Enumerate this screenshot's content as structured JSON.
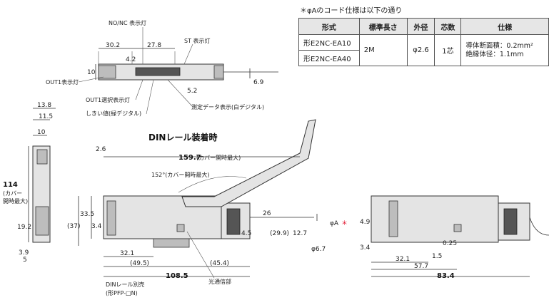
{
  "note": "＊φAのコード仕様は以下の通り",
  "spec_table": {
    "headers": [
      "形式",
      "標準長さ",
      "外径",
      "芯数",
      "仕様"
    ],
    "models": [
      "形E2NC-EA10",
      "形E2NC-EA40"
    ],
    "length": "2M",
    "diameter": "φ2.6",
    "cores": "1芯",
    "spec_line1": "導体断面積：0.2mm²",
    "spec_line2": "絶縁体径：1.1mm"
  },
  "top_view": {
    "label_nonc": "NO/NC 表示灯",
    "label_st": "ST 表示灯",
    "label_out1": "OUT1表示灯",
    "label_out1sel": "OUT1選択表示灯",
    "label_threshold": "しきい値(緑デジタル)",
    "label_measure": "測定データ表示(白デジタル)",
    "d_30_2": "30.2",
    "d_27_8": "27.8",
    "d_4_2": "4.2",
    "d_10": "10",
    "d_5_2": "5.2",
    "d_6_9": "6.9"
  },
  "side_view": {
    "d_13_8": "13.8",
    "d_11_5": "11.5",
    "d_10": "10",
    "d_114": "114",
    "d_114_note1": "(カバー",
    "d_114_note2": "開時最大)",
    "d_19_2": "19.2",
    "d_3_9": "3.9",
    "d_5": "5"
  },
  "din_view": {
    "title": "DINレール装着時",
    "d_2_6": "2.6",
    "d_159_7": "159.7",
    "d_159_7_note": "(カバー開時最大)",
    "d_152": "152°(カバー開時最大)",
    "d_33_5": "33.5",
    "d_37": "(37)",
    "d_3_4": "3.4",
    "d_26": "26",
    "d_4_5": "4.5",
    "d_29_9": "(29.9)",
    "d_12_7": "12.7",
    "d_phiA": "φA",
    "d_star": "＊",
    "d_phi6_7": "φ6.7",
    "d_32_1": "32.1",
    "d_49_5": "(49.5)",
    "d_45_4": "(45.4)",
    "d_108_5": "108.5",
    "label_din1": "DINレール別売",
    "label_din2": "(形PFP-□N)",
    "label_optical": "光通信部"
  },
  "right_view": {
    "d_4_9": "4.9",
    "d_3_4": "3.4",
    "d_0_25": "0.25",
    "d_32_1": "32.1",
    "d_1_5": "1.5",
    "d_57_7": "57.7",
    "d_83_4": "83.4"
  }
}
